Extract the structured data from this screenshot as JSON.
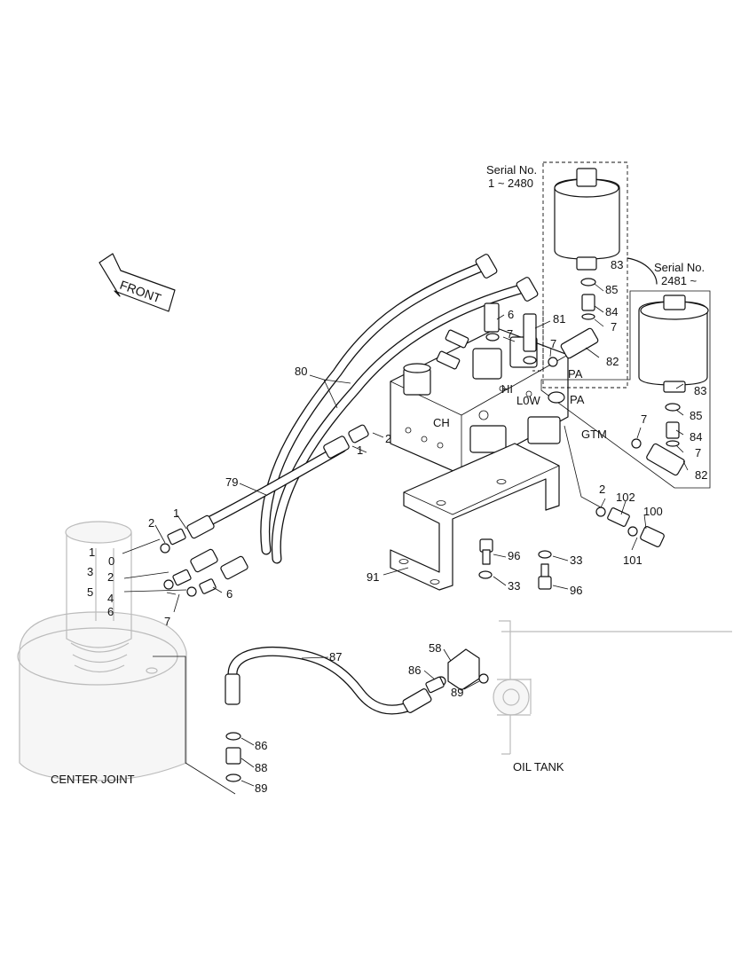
{
  "front_label": "FRONT",
  "serial_group_1": {
    "line1": "Serial No.",
    "line2": "1 ~ 2480"
  },
  "serial_group_2": {
    "line1": "Serial No.",
    "line2": "2481 ~"
  },
  "captions": {
    "center_joint": "CENTER JOINT",
    "oil_tank": "OIL TANK",
    "hi": "HI",
    "low": "L0W",
    "ch": "CH",
    "pa_upper": "PA",
    "pa_lower": "PA",
    "gtm": "GTM"
  },
  "callouts": {
    "c80": "80",
    "c79": "79",
    "c1a": "1",
    "c2a": "2",
    "c1b": "1",
    "c2b": "2",
    "c6a": "6",
    "c7a": "7",
    "c81": "81",
    "c7b": "7",
    "c82a": "82",
    "c83a": "83",
    "c85a": "85",
    "c84a": "84",
    "c7c": "7",
    "c83b": "83",
    "c85b": "85",
    "c84b": "84",
    "c7d": "7",
    "c7e": "7",
    "c82b": "82",
    "c2c": "2",
    "c102": "102",
    "c100": "100",
    "c101": "101",
    "c96a": "96",
    "c33a": "33",
    "c91": "91",
    "c33b": "33",
    "c96b": "96",
    "c6b": "6",
    "c7f": "7",
    "cj1": "1",
    "cj0": "0",
    "cj3": "3",
    "cj2": "2",
    "cj5": "5",
    "cj4": "4",
    "cj6": "6",
    "c87": "87",
    "c58": "58",
    "c86a": "86",
    "c89a": "89",
    "c86b": "86",
    "c88": "88",
    "c89b": "89"
  }
}
